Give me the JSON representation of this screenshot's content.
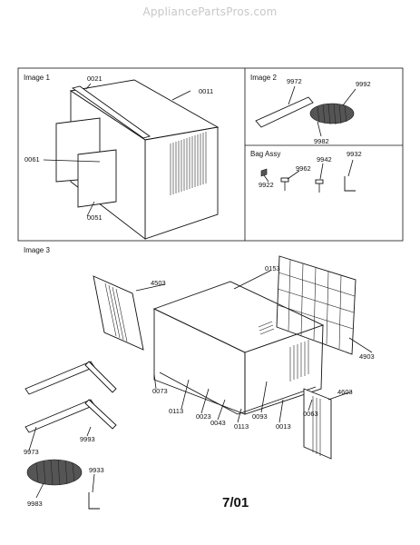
{
  "site": "AppliancePartsPros.com",
  "images": {
    "image1": "Image 1",
    "image2": "Image 2",
    "bag": "Bag Assy",
    "image3": "Image 3"
  },
  "parts": {
    "p0021": "0021",
    "p0011": "0011",
    "p0061": "0061",
    "p0051": "0051",
    "p9972": "9972",
    "p9992": "9992",
    "p9982": "9982",
    "p9962": "9962",
    "p9942": "9942",
    "p9932": "9932",
    "p9922": "9922",
    "p4503": "4503",
    "p0153": "0153",
    "p4903": "4903",
    "p4603": "4603",
    "p0073": "0073",
    "p0113a": "0113",
    "p0023": "0023",
    "p0043": "0043",
    "p0113b": "0113",
    "p0093": "0093",
    "p0013": "0013",
    "p0063": "0063",
    "p9993": "9993",
    "p9973": "9973",
    "p9933": "9933",
    "p9983": "9983"
  },
  "date": "7/01"
}
